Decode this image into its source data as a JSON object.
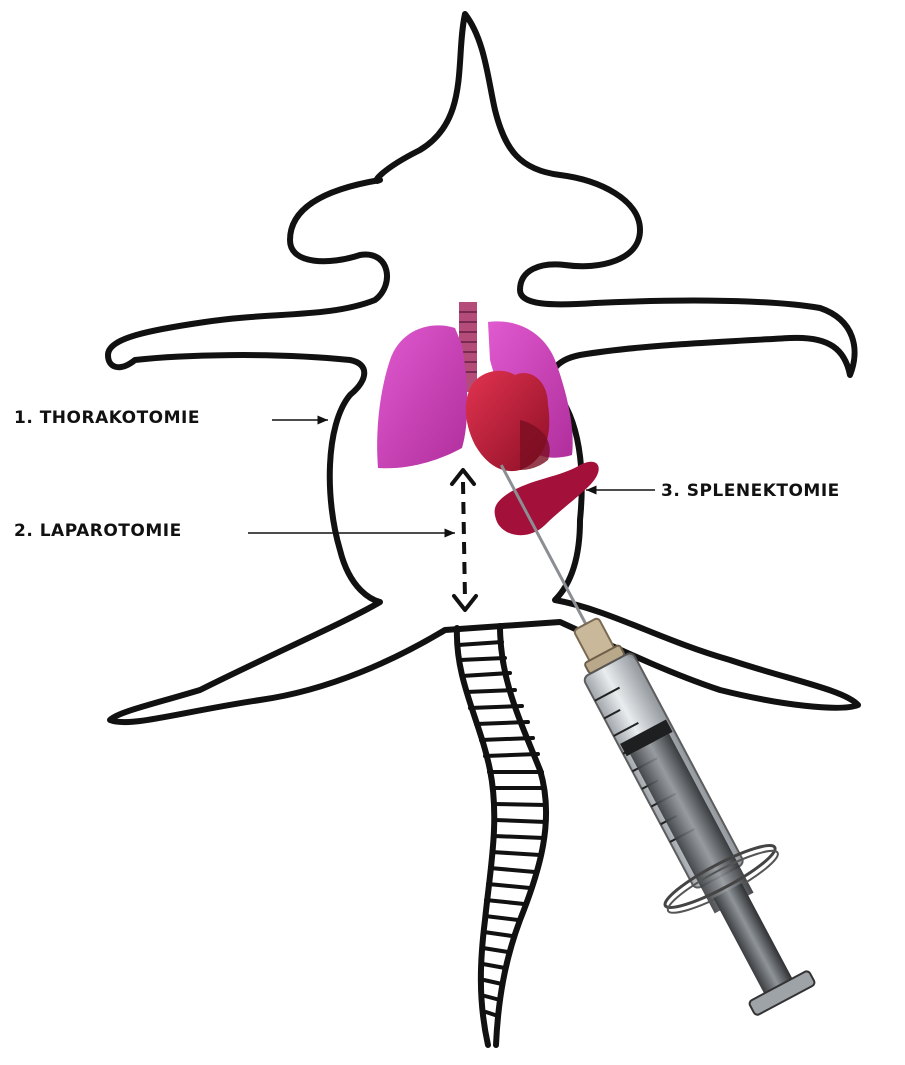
{
  "labels": {
    "thorakotomie": "1. THORAKOTOMIE",
    "laparotomie": "2. LAPAROTOMIE",
    "splenektomie": "3. SPLENEKTOMIE"
  },
  "colors": {
    "outline": "#111111",
    "lungs": "#cc3fb4",
    "heart": "#c8203c",
    "spleen": "#a3103a",
    "trachea": "#b34c78",
    "syringe_barrel": "#bfc2c6"
  },
  "icons": {
    "animal": "mouse-body-outline",
    "lungs": "lungs-icon",
    "heart": "heart-icon",
    "spleen": "spleen-icon",
    "syringe": "syringe-icon",
    "double_arrow": "dashed-double-arrow-icon"
  }
}
